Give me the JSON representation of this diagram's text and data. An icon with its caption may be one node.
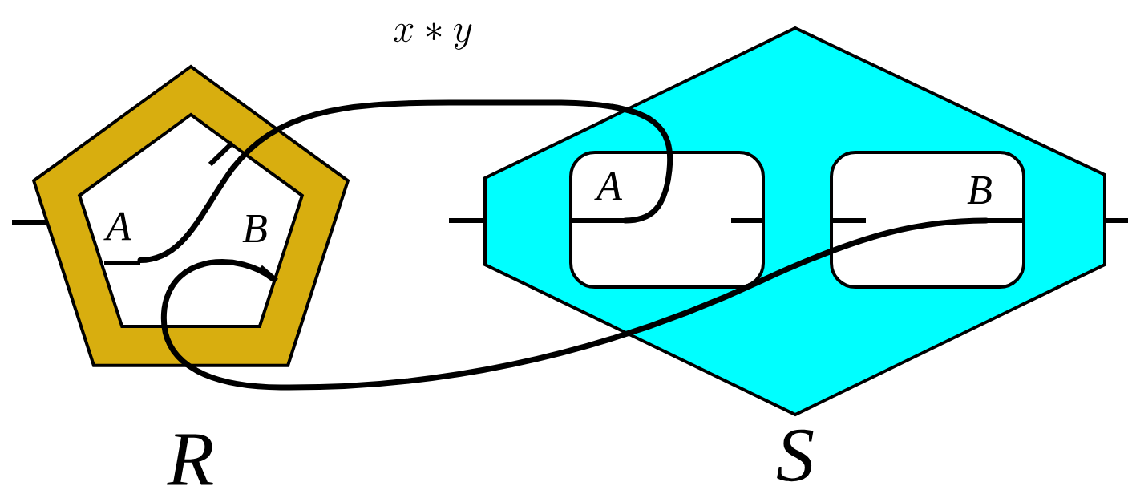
{
  "diagram": {
    "title": "x * y",
    "nodes": [
      {
        "text": [
          "R"
        ]
      },
      {
        "text": [
          "A"
        ],
        "in": 0
      },
      {
        "text": [
          "B"
        ],
        "in": 0
      },
      {
        "text": [
          "S"
        ]
      },
      {
        "text": [
          "A"
        ],
        "in": 3
      },
      {
        "text": [
          "B"
        ],
        "in": 3
      }
    ],
    "edges": [
      {
        "from": 1,
        "to": 4,
        "arrow": "none"
      },
      {
        "from": 2,
        "to": 5,
        "arrow": "none"
      }
    ]
  }
}
